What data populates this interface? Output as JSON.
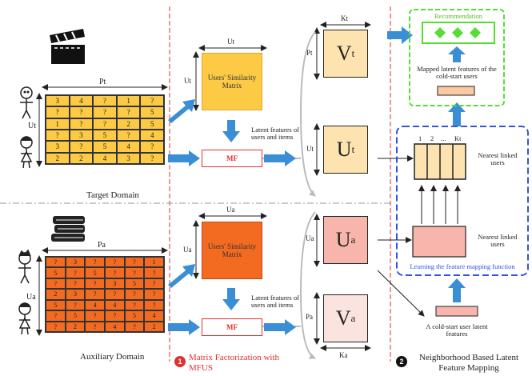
{
  "target_domain": {
    "label": "Target Domain",
    "rows_label": "Ut",
    "cols_label": "Pt",
    "matrix": [
      [
        "3",
        "4",
        "?",
        "1",
        "?"
      ],
      [
        "?",
        "?",
        "?",
        "?",
        "5"
      ],
      [
        "1",
        "?",
        "?",
        "2",
        "5"
      ],
      [
        "?",
        "3",
        "5",
        "?",
        "4"
      ],
      [
        "3",
        "?",
        "5",
        "4",
        "?"
      ],
      [
        "2",
        "2",
        "4",
        "3",
        "?"
      ]
    ],
    "similarity": {
      "top_label": "Ut",
      "side_label": "Ut",
      "text": "Users' Similarity Matrix"
    },
    "mf_label": "MF",
    "latent_caption": "Latent features of users and items",
    "V": {
      "base": "V",
      "sup": "t",
      "top_label": "Kt",
      "side_label": "Pt"
    },
    "U": {
      "base": "U",
      "sup": "t",
      "side_label": "Ut"
    }
  },
  "auxiliary_domain": {
    "label": "Auxiliary Domain",
    "rows_label": "Ua",
    "cols_label": "Pa",
    "matrix": [
      [
        "?",
        "3",
        "?",
        "?",
        "?",
        "1"
      ],
      [
        "5",
        "?",
        "5",
        "?",
        "?",
        "?"
      ],
      [
        "?",
        "?",
        "?",
        "3",
        "5",
        "?"
      ],
      [
        "2",
        "3",
        "?",
        "?",
        "?",
        "?"
      ],
      [
        "5",
        "?",
        "4",
        "4",
        "?",
        "?"
      ],
      [
        "?",
        "5",
        "?",
        "?",
        "5",
        "4"
      ],
      [
        "?",
        "2",
        "?",
        "4",
        "?",
        "2"
      ]
    ],
    "similarity": {
      "top_label": "Ua",
      "side_label": "Ua",
      "text": "Users' Similarity Matrix"
    },
    "mf_label": "MF",
    "latent_caption": "Latent features of users and items",
    "U": {
      "base": "U",
      "sup": "a",
      "side_label": "Ua"
    },
    "V": {
      "base": "V",
      "sup": "a",
      "side_label": "Pa",
      "bottom_label": "Ka"
    }
  },
  "step1": {
    "number": "1",
    "text": "Matrix Factorization with MFUS"
  },
  "step2": {
    "number": "2",
    "text": "Neighborhood Based Latent Feature Mapping"
  },
  "recommendation": {
    "title": "Recommendation",
    "mapped_caption": "Mapped latent features of the cold-start users"
  },
  "mapping": {
    "title": "Learning the feature mapping function",
    "nearest_top": "Nearest linked users",
    "nearest_bottom": "Nearest linked users",
    "col_labels": [
      "1",
      "2",
      "...",
      "Kt"
    ],
    "cold_start_caption": "A cold-start user latent features"
  },
  "colors": {
    "target_cell": "#fcca44",
    "aux_cell": "#f26b21",
    "arrow_blue": "#3a8ed6",
    "divider_red": "#e03030",
    "green": "#55dd33",
    "mapping_blue": "#3355dd",
    "pink": "#f7b5ab",
    "cream": "#fde3b0"
  }
}
